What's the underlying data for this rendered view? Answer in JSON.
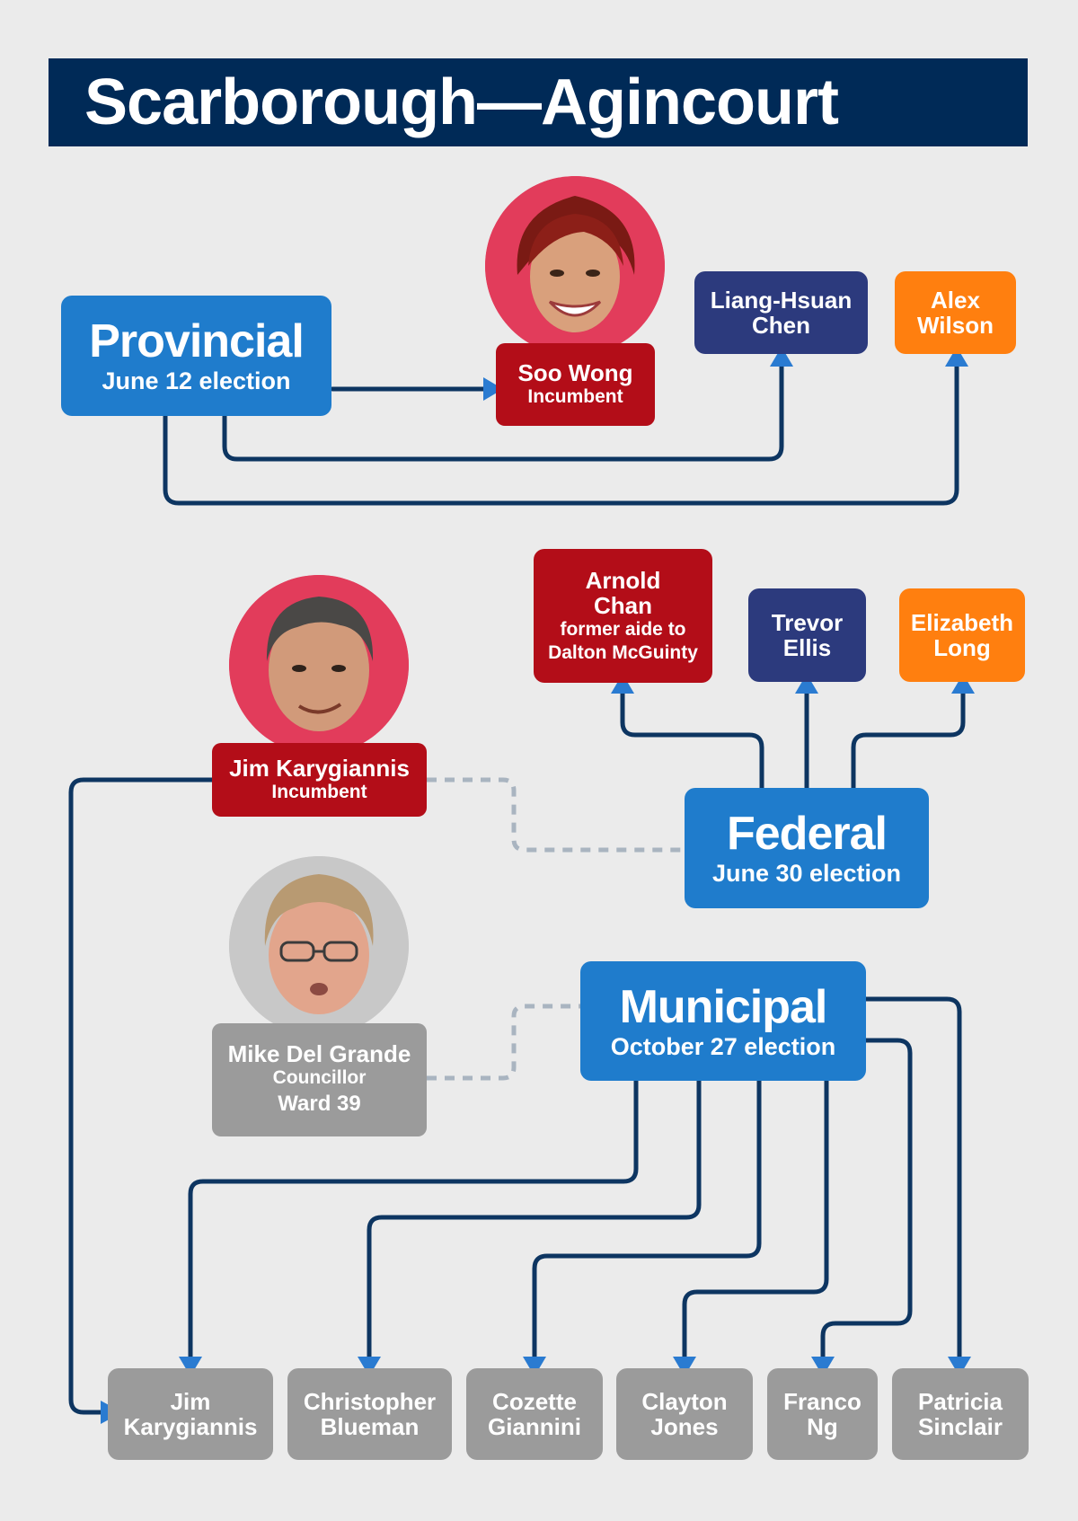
{
  "title": "Scarborough—Agincourt",
  "colors": {
    "background": "#ebebeb",
    "title_bar": "#002a57",
    "election_box": "#1f7ccc",
    "liberal": "#b30d18",
    "conservative": "#2c3a7d",
    "ndp": "#ff7f0f",
    "municipal": "#9b9b9b",
    "connector": "#0d3561",
    "dotted": "#a9b4c0",
    "arrow": "#2a7bd1"
  },
  "provincial": {
    "label": "Provincial",
    "date": "June 12 election",
    "incumbent": {
      "name": "Soo Wong",
      "role": "Incumbent",
      "photo": "soo-wong-portrait"
    },
    "candidates": [
      {
        "name_line1": "Liang-Hsuan",
        "name_line2": "Chen"
      },
      {
        "name_line1": "Alex",
        "name_line2": "Wilson"
      }
    ]
  },
  "federal": {
    "label": "Federal",
    "date": "June 30 election",
    "incumbent": {
      "name": "Jim Karygiannis",
      "role": "Incumbent",
      "photo": "jim-karygiannis-portrait"
    },
    "candidates": [
      {
        "name_line1": "Arnold",
        "name_line2": "Chan",
        "note_line1": "former aide to",
        "note_line2": "Dalton McGuinty"
      },
      {
        "name_line1": "Trevor",
        "name_line2": "Ellis"
      },
      {
        "name_line1": "Elizabeth",
        "name_line2": "Long"
      }
    ]
  },
  "municipal": {
    "label": "Municipal",
    "date": "October 27 election",
    "councillor": {
      "name": "Mike Del Grande",
      "role": "Councillor",
      "ward": "Ward 39",
      "photo": "mike-del-grande-portrait"
    },
    "candidates": [
      {
        "line1": "Jim",
        "line2": "Karygiannis"
      },
      {
        "line1": "Christopher",
        "line2": "Blueman"
      },
      {
        "line1": "Cozette",
        "line2": "Giannini"
      },
      {
        "line1": "Clayton",
        "line2": "Jones"
      },
      {
        "line1": "Franco",
        "line2": "Ng"
      },
      {
        "line1": "Patricia",
        "line2": "Sinclair"
      }
    ]
  }
}
